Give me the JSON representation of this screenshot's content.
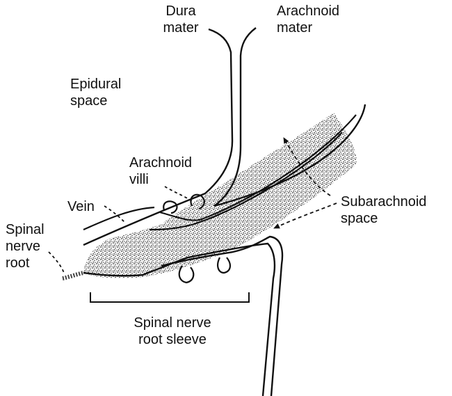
{
  "labels": {
    "dura_mater": [
      "Dura",
      "mater"
    ],
    "arachnoid_mater": [
      "Arachnoid",
      "mater"
    ],
    "epidural_space": [
      "Epidural",
      "space"
    ],
    "arachnoid_villi": [
      "Arachnoid",
      "villi"
    ],
    "vein": "Vein",
    "subarachnoid_space": [
      "Subarachnoid",
      "space"
    ],
    "spinal_nerve_root": [
      "Spinal",
      "nerve",
      "root"
    ],
    "spinal_nerve_root_sleeve": [
      "Spinal nerve",
      "root sleeve"
    ]
  },
  "colors": {
    "ink": "#111111",
    "stipple": "#3a3a3a",
    "background": "#ffffff"
  }
}
